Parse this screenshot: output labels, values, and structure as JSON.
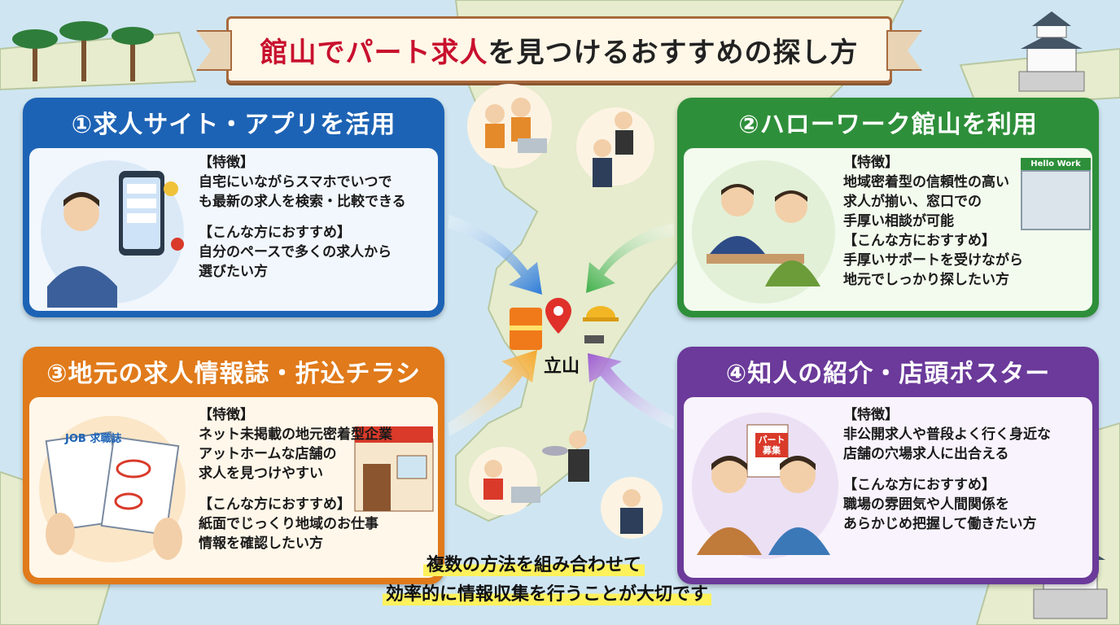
{
  "title": {
    "part1": "館山で",
    "part2": "パート求人",
    "part3": "を見つけるおすすめの探し方"
  },
  "center": {
    "place": "立山"
  },
  "cards": [
    {
      "heading": "①求人サイト・アプリを活用",
      "feature_label": "【特徴】",
      "feature_lines": [
        "自宅にいながらスマホでいつで",
        "も最新の求人を検索・比較できる"
      ],
      "recommend_label": "【こんな方におすすめ】",
      "recommend_lines": [
        "自分のペースで多くの求人から",
        "選びたい方"
      ]
    },
    {
      "heading": "②ハローワーク館山を利用",
      "feature_label": "【特徴】",
      "feature_lines": [
        "地域密着型の信頼性の高い",
        "求人が揃い、窓口での",
        "手厚い相談が可能"
      ],
      "recommend_label": "【こんな方におすすめ】",
      "recommend_lines": [
        "手厚いサポートを受けながら",
        "地元でしっかり探したい方"
      ],
      "sign": "Hello Work"
    },
    {
      "heading": "③地元の求人情報誌・折込チラシ",
      "feature_label": "【特徴】",
      "feature_lines": [
        "ネット未掲載の地元密着型企業",
        "アットホームな店舗の",
        "求人を見つけやすい"
      ],
      "recommend_label": "【こんな方におすすめ】",
      "recommend_lines": [
        "紙面でじっくり地域のお仕事",
        "情報を確認したい方"
      ],
      "magazine": "JOB 求職誌"
    },
    {
      "heading": "④知人の紹介・店頭ポスター",
      "feature_label": "【特徴】",
      "feature_lines": [
        "非公開求人や普段よく行く身近な",
        "店舗の穴場求人に出合える"
      ],
      "recommend_label": "【こんな方におすすめ】",
      "recommend_lines": [
        "職場の雰囲気や人間関係を",
        "あらかじめ把握して働きたい方"
      ],
      "poster": "パート募集"
    }
  ],
  "bottom_message": {
    "line1": "複数の方法を組み合わせて",
    "line2": "効率的に情報収集を行うことが大切です"
  },
  "colors": {
    "card1": "#1d63b5",
    "card2": "#2e8f3a",
    "card3": "#e07a1a",
    "card4": "#6b3a9a",
    "title_red": "#c8102e",
    "highlight": "#fff15c"
  }
}
